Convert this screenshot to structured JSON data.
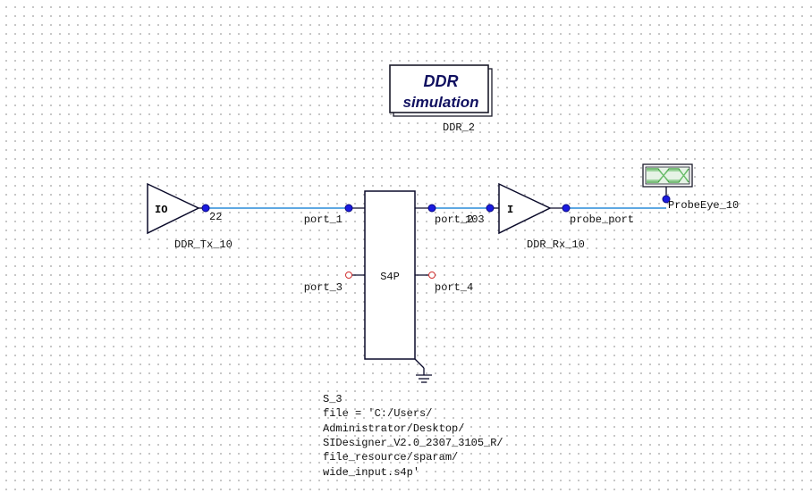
{
  "title_box": {
    "line1": "DDR",
    "line2": "simulation",
    "ref": "DDR_2"
  },
  "transmitter": {
    "symbol": "IO",
    "ref": "DDR_Tx_10",
    "pin_label": "22"
  },
  "sparam_block": {
    "label": "S4P",
    "ref": "S_3",
    "ports": [
      "port_1",
      "port_2",
      "port_3",
      "port_4"
    ],
    "overlap_label": "103",
    "file_lines": [
      "file = 'C:/Users/",
      "Administrator/Desktop/",
      "SIDesigner_V2.0_2307_3105_R/",
      "file_resource/sparam/",
      "wide_input.s4p'"
    ]
  },
  "receiver": {
    "symbol": "I",
    "ref": "DDR_Rx_10",
    "output_net": "probe_port"
  },
  "probe": {
    "ref": "ProbeEye_10"
  },
  "colors": {
    "wire": "#2a8cd8",
    "pin": "#1a1ae0",
    "open_pin": "#d03030",
    "eye_trace": "#3a9a3a"
  }
}
